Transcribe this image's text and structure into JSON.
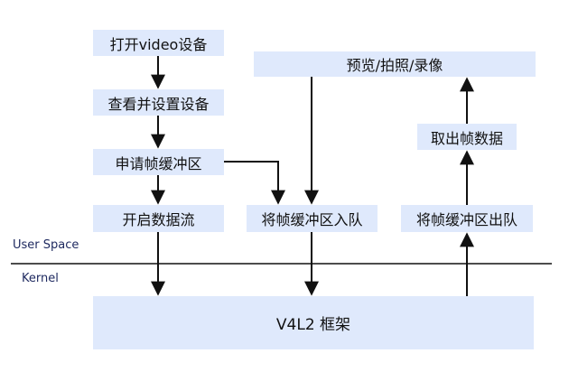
{
  "boxes": {
    "open_device": "打开video设备",
    "query_settings": "查看并设置设备",
    "request_buffers": "申请帧缓冲区",
    "start_stream": "开启数据流",
    "queue_buffers": "将帧缓冲区入队",
    "preview": "预览/拍照/录像",
    "fetch_data": "取出帧数据",
    "dequeue_buffers": "将帧缓冲区出队",
    "framework": "V4L2 框架"
  },
  "labels": {
    "user_space": "User Space",
    "kernel": "Kernel"
  },
  "colors": {
    "box_fill": "#dfe9fc",
    "arrow": "#111111"
  }
}
